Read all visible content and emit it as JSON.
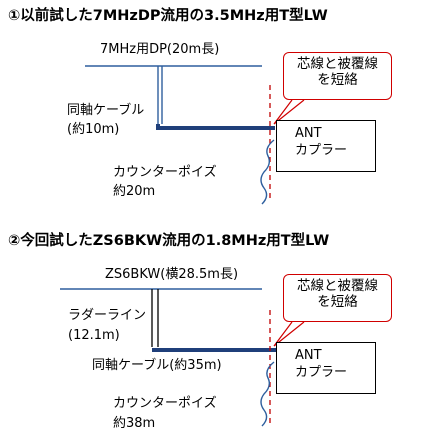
{
  "diagram1": {
    "title": "①以前試した7MHzDP流用の3.5MHz用T型LW",
    "antenna_label": "7MHz用DP(20m長)",
    "coax_label": "同軸ケーブル",
    "coax_length": "(約10m)",
    "callout": [
      "芯線と被覆線",
      "を短絡"
    ],
    "tuner": [
      "ANT",
      "カプラー"
    ],
    "counterpoise_label": "カウンターポイズ",
    "counterpoise_length": "約20m"
  },
  "diagram2": {
    "title": "②今回試したZS6BKW流用の1.8MHz用T型LW",
    "antenna_label": "ZS6BKW(横28.5m長)",
    "ladder_label": "ラダーライン",
    "ladder_length": "(12.1m)",
    "coax_label": "同軸ケーブル(約35m)",
    "callout": [
      "芯線と被覆線",
      "を短絡"
    ],
    "tuner": [
      "ANT",
      "カプラー"
    ],
    "counterpoise_label": "カウンターポイズ",
    "counterpoise_length": "約38m"
  },
  "colors": {
    "wire": "#2e5f9e",
    "coax": "#1f3f7a",
    "callout_border": "#d00000",
    "dashed_line": "#c00000"
  }
}
